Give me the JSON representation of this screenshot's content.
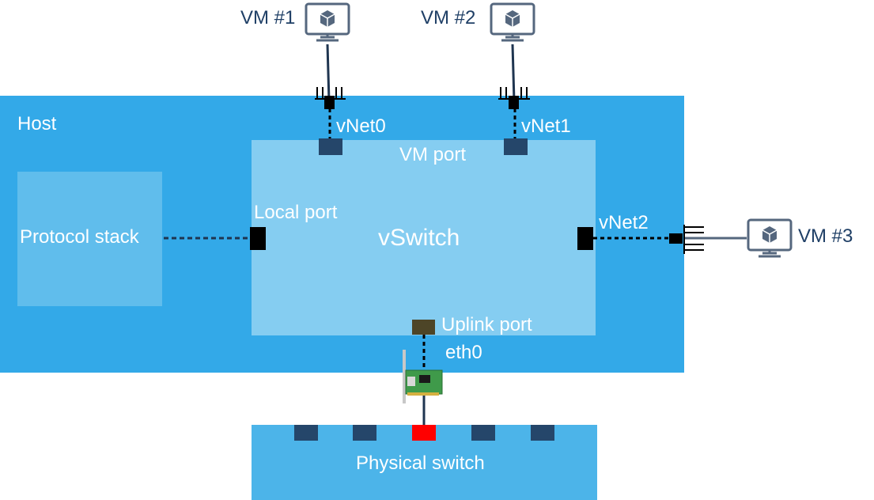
{
  "host": {
    "label": "Host"
  },
  "protocol_stack": {
    "label": "Protocol stack"
  },
  "vswitch": {
    "label": "vSwitch",
    "vm_port_label": "VM port",
    "local_port_label": "Local port",
    "uplink_port_label": "Uplink port",
    "eth_label": "eth0"
  },
  "vnets": {
    "vnet0": "vNet0",
    "vnet1": "vNet1",
    "vnet2": "vNet2"
  },
  "vms": {
    "vm1": "VM #1",
    "vm2": "VM #2",
    "vm3": "VM #3"
  },
  "physical_switch": {
    "label": "Physical switch",
    "active_port_color": "#ff0000",
    "port_color": "#25466a"
  },
  "colors": {
    "host": "#33a9e8",
    "vswitch": "#85cdf1",
    "vm_icon": "#55677e"
  }
}
